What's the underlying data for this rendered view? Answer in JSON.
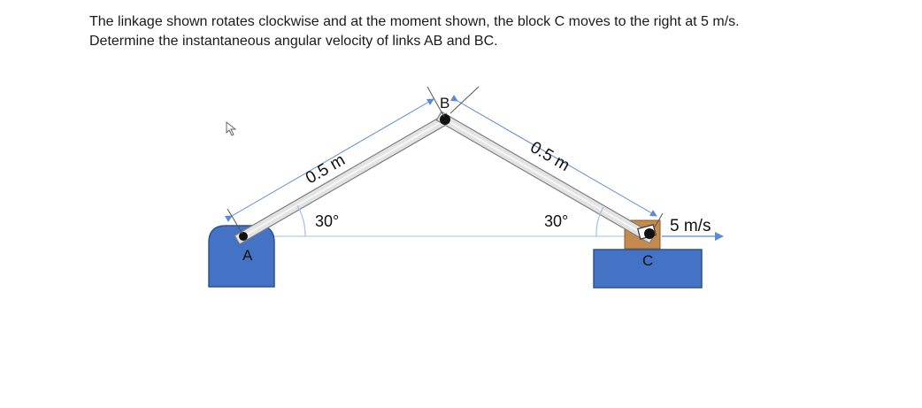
{
  "problem": {
    "line1": "The linkage shown rotates clockwise and at the moment shown, the block C moves to the right at 5 m/s.",
    "line2": "Determine the instantaneous angular velocity of links AB and BC."
  },
  "diagram": {
    "point_a": "A",
    "point_b": "B",
    "point_c": "C",
    "link_ab_length": "0.5 m",
    "link_bc_length": "0.5 m",
    "angle_a": "30°",
    "angle_c": "30°",
    "velocity_c": "5 m/s"
  },
  "colors": {
    "support_blue": "#4472c4",
    "block_brown": "#c58a4e",
    "dimension_line": "#5b8bd4"
  }
}
